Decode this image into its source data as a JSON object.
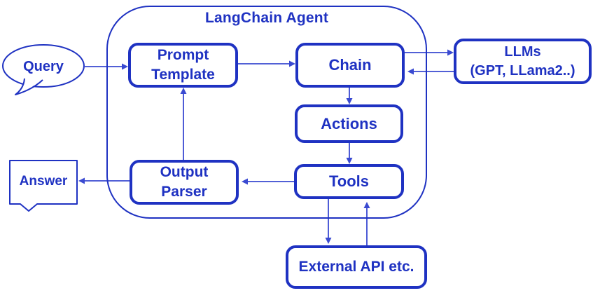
{
  "diagram": {
    "title": "LangChain Agent",
    "nodes": {
      "query": {
        "label": "Query",
        "shape": "speech-bubble-ellipse"
      },
      "prompt_template": {
        "label": "Prompt\nTemplate",
        "shape": "rounded-rect"
      },
      "chain": {
        "label": "Chain",
        "shape": "rounded-rect"
      },
      "llms": {
        "label": "LLMs\n(GPT, LLama2..)",
        "shape": "rounded-rect"
      },
      "actions": {
        "label": "Actions",
        "shape": "rounded-rect"
      },
      "tools": {
        "label": "Tools",
        "shape": "rounded-rect"
      },
      "output_parser": {
        "label": "Output\nParser",
        "shape": "rounded-rect"
      },
      "answer": {
        "label": "Answer",
        "shape": "notched-callout-rect"
      },
      "external_api": {
        "label": "External API etc.",
        "shape": "rounded-rect"
      }
    },
    "edges": [
      {
        "from": "query",
        "to": "prompt_template"
      },
      {
        "from": "prompt_template",
        "to": "chain"
      },
      {
        "from": "chain",
        "to": "llms"
      },
      {
        "from": "llms",
        "to": "chain"
      },
      {
        "from": "chain",
        "to": "actions"
      },
      {
        "from": "actions",
        "to": "tools"
      },
      {
        "from": "tools",
        "to": "output_parser"
      },
      {
        "from": "output_parser",
        "to": "prompt_template"
      },
      {
        "from": "output_parser",
        "to": "answer"
      },
      {
        "from": "tools",
        "to": "external_api"
      },
      {
        "from": "external_api",
        "to": "tools"
      }
    ],
    "colors": {
      "primary": "#1f32c2",
      "connector": "#3a4ad1",
      "background": "#ffffff"
    }
  }
}
